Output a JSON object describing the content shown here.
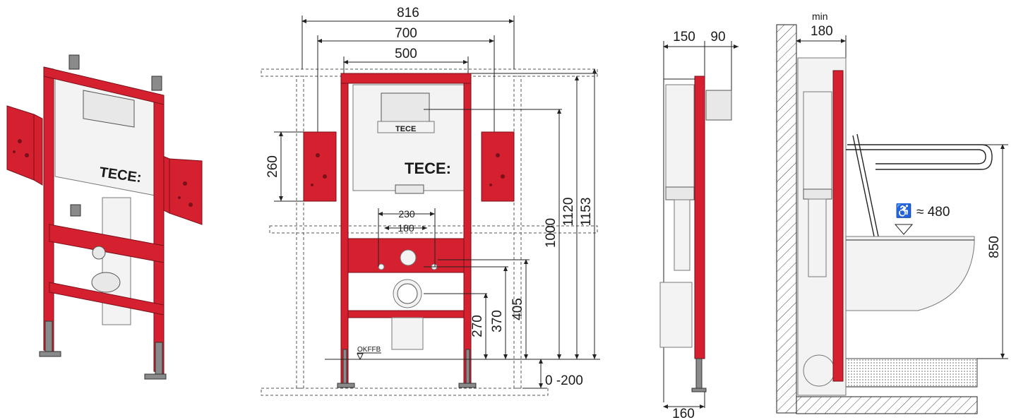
{
  "dimensions": {
    "front_width_outer": "816",
    "front_width_mid": "700",
    "front_width_inner": "500",
    "bracket_height": "260",
    "pipe_spacing_outer": "230",
    "pipe_spacing_inner": "180",
    "height_1000": "1000",
    "height_1120": "1120",
    "height_1153": "1153",
    "height_270": "270",
    "height_370": "370",
    "height_405": "405",
    "floor_adjust": "0 -200",
    "floor_ref": "OKFFB",
    "side_depth_150": "150",
    "side_depth_90": "90",
    "side_depth_160": "160",
    "min_label": "min",
    "min_depth": "180",
    "seat_height_approx": "≈ 480",
    "grab_height": "850"
  },
  "branding": {
    "logo_large": "TECE",
    "logo_small": "TECE"
  },
  "colors": {
    "frame_red": "#d4202f",
    "frame_dark": "#7a1019",
    "line": "#222222"
  },
  "icons": [
    "wheelchair-icon"
  ]
}
